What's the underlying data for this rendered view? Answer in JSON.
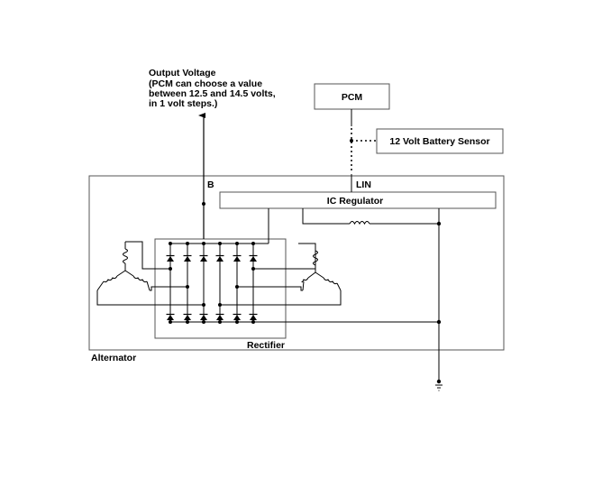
{
  "labels": {
    "output_voltage_title": "Output Voltage",
    "output_voltage_note_1": "(PCM can choose a value",
    "output_voltage_note_2": "between 12.5 and 14.5 volts,",
    "output_voltage_note_3": "in 1 volt steps.)",
    "pcm": "PCM",
    "battery_sensor": "12 Volt Battery Sensor",
    "b_terminal": "B",
    "lin_terminal": "LIN",
    "ic_regulator": "IC Regulator",
    "rectifier": "Rectifier",
    "alternator": "Alternator"
  },
  "colors": {
    "line": "#000000",
    "background": "#ffffff"
  }
}
